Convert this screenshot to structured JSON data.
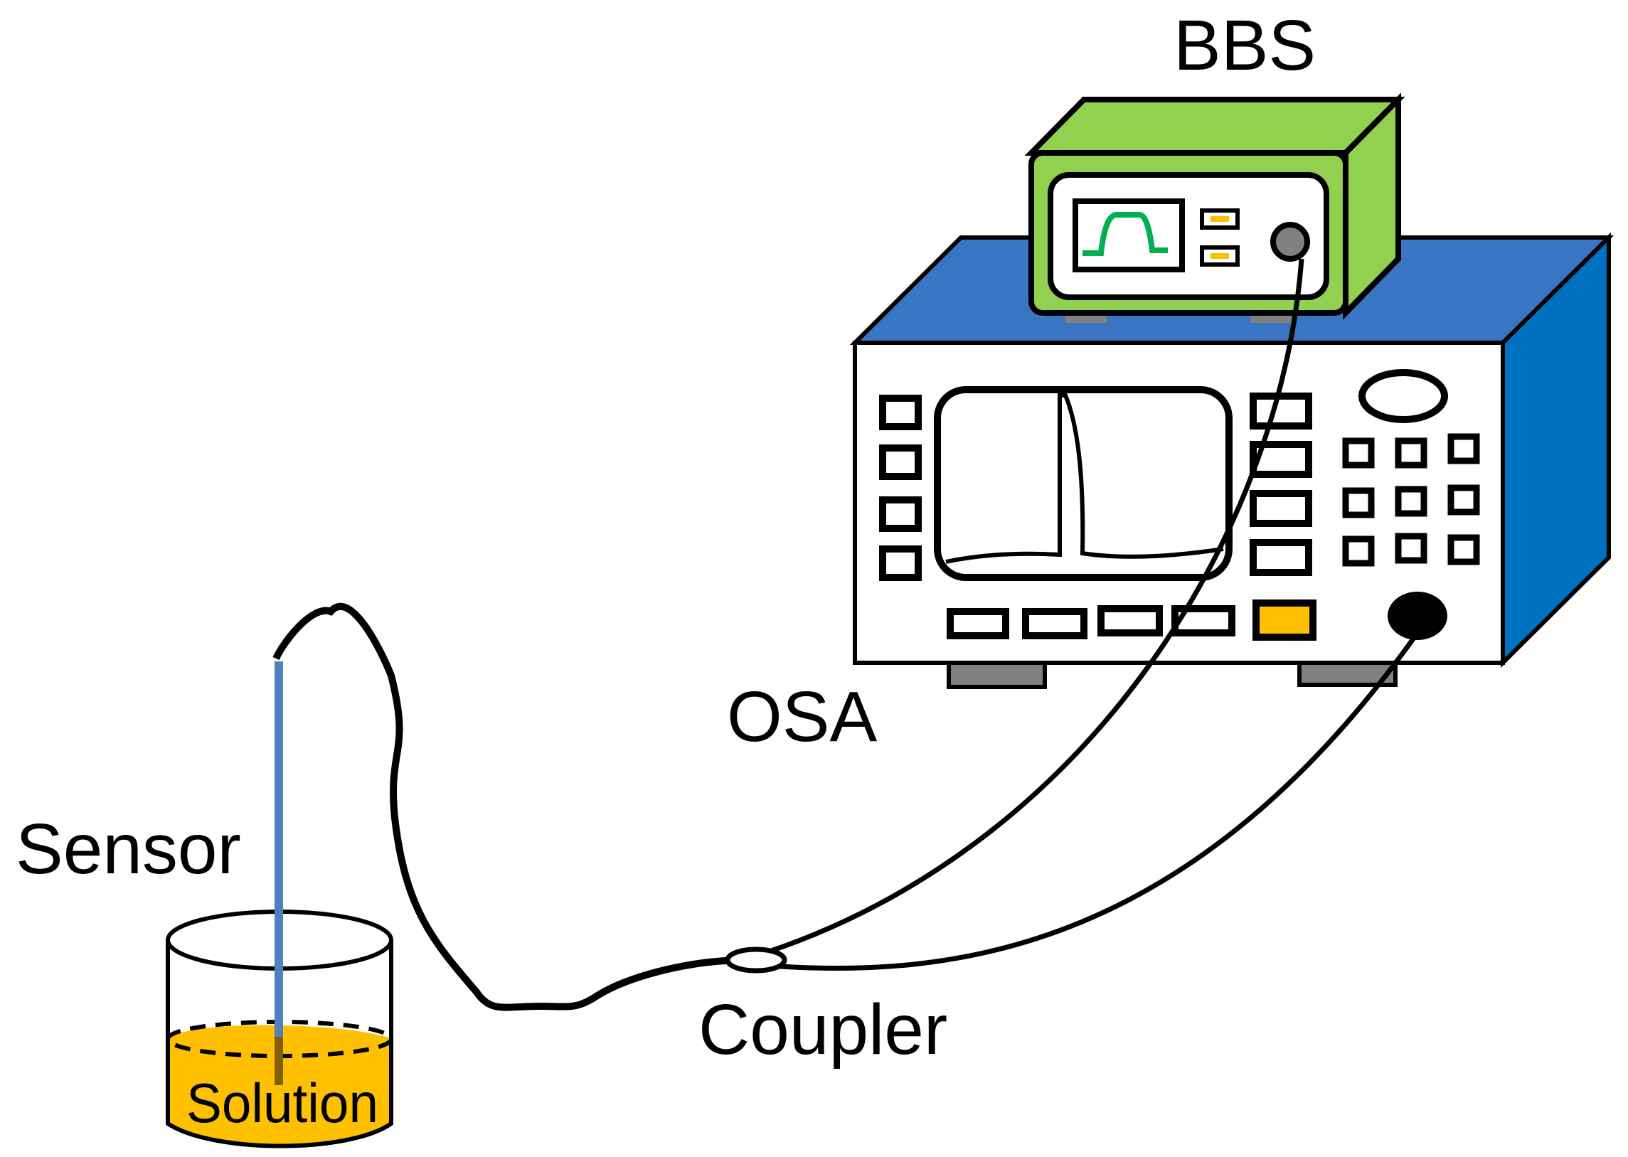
{
  "labels": {
    "bbs": "BBS",
    "osa": "OSA",
    "sensor": "Sensor",
    "coupler": "Coupler",
    "solution": "Solution"
  },
  "colors": {
    "bbs_body": "#92d050",
    "osa_body": "#3a75c4",
    "osa_side": "#0070c0",
    "solution": "#ffc000",
    "sensor_probe": "#4f81bd",
    "spectrum_trace": "#00b050",
    "feet": "#808080"
  }
}
